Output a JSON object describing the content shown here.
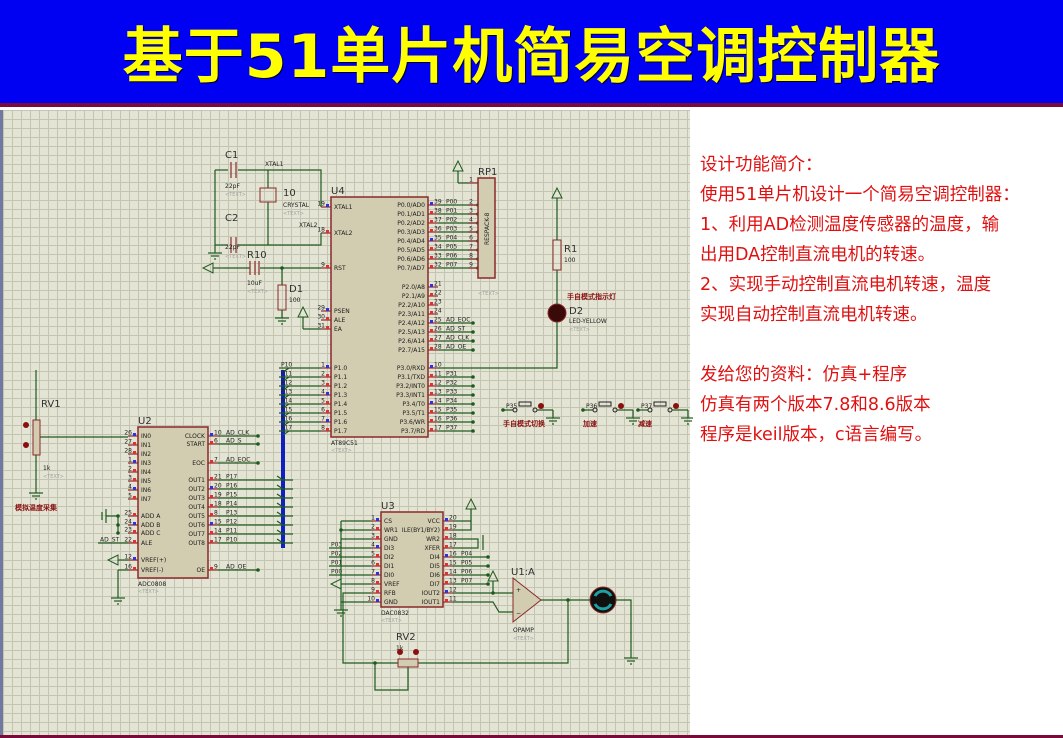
{
  "title": "基于51单片机简易空调控制器",
  "description": [
    "设计功能简介：",
    "使用51单片机设计一个简易空调控制器：",
    "1、利用AD检测温度传感器的温度，输",
    "出用DA控制直流电机的转速。",
    "2、实现手动控制直流电机转速，温度",
    "实现自动控制直流电机转速。",
    "",
    "发给您的资料：仿真+程序",
    "仿真有两个版本7.8和8.6版本",
    "程序是keil版本，c语言编写。"
  ],
  "colors": {
    "banner": "#0000f2",
    "title": "#ffff00",
    "description": "#e01010",
    "wire": "#1e5a1e",
    "bus": "#1020c0"
  },
  "schematic": {
    "placeholder": "<TEXT>",
    "c1": {
      "ref": "C1",
      "value": "22pF"
    },
    "c2": {
      "ref": "C2",
      "value": "22pF"
    },
    "crystal": {
      "ref": "10",
      "part": "CRYSTAL",
      "net1": "XTAL1",
      "net2": "XTAL2"
    },
    "r10": {
      "ref": "R10",
      "value": "10uF"
    },
    "d1": {
      "ref": "D1",
      "value": "100"
    },
    "rp1": {
      "ref": "RP1",
      "part": "RESPACK-8",
      "pins": [
        "1",
        "2",
        "3",
        "4",
        "5",
        "6",
        "7",
        "8",
        "9"
      ]
    },
    "r1": {
      "ref": "R1",
      "value": "100"
    },
    "d2": {
      "ref": "D2",
      "part": "LED-YELLOW",
      "label": "手自模式指示灯"
    },
    "buttons": [
      {
        "net": "P35",
        "label": "手自模式切换"
      },
      {
        "net": "P36",
        "label": "加速"
      },
      {
        "net": "P37",
        "label": "减速"
      }
    ],
    "rv1": {
      "ref": "RV1",
      "value": "1k",
      "label": "模拟温度采集"
    },
    "rv2": {
      "ref": "RV2",
      "value": "1k"
    },
    "opamp": {
      "ref": "U1:A",
      "part": "OPAMP"
    },
    "u4": {
      "ref": "U4",
      "part": "AT89C51",
      "left": [
        {
          "num": "19",
          "name": "XTAL1"
        },
        {
          "num": "18",
          "name": "XTAL2"
        },
        {
          "num": "9",
          "name": "RST"
        },
        {
          "num": "29",
          "name": "PSEN"
        },
        {
          "num": "30",
          "name": "ALE"
        },
        {
          "num": "31",
          "name": "EA"
        },
        {
          "num": "1",
          "name": "P1.0",
          "net": "P10"
        },
        {
          "num": "2",
          "name": "P1.1",
          "net": "P11"
        },
        {
          "num": "3",
          "name": "P1.2",
          "net": "P12"
        },
        {
          "num": "4",
          "name": "P1.3",
          "net": "P13"
        },
        {
          "num": "5",
          "name": "P1.4",
          "net": "P14"
        },
        {
          "num": "6",
          "name": "P1.5",
          "net": "P15"
        },
        {
          "num": "7",
          "name": "P1.6",
          "net": "P16"
        },
        {
          "num": "8",
          "name": "P1.7",
          "net": "P17"
        }
      ],
      "right": [
        {
          "num": "39",
          "name": "P0.0/AD0",
          "net": "P00"
        },
        {
          "num": "38",
          "name": "P0.1/AD1",
          "net": "P01"
        },
        {
          "num": "37",
          "name": "P0.2/AD2",
          "net": "P02"
        },
        {
          "num": "36",
          "name": "P0.3/AD3",
          "net": "P03"
        },
        {
          "num": "35",
          "name": "P0.4/AD4",
          "net": "P04"
        },
        {
          "num": "34",
          "name": "P0.5/AD5",
          "net": "P05"
        },
        {
          "num": "33",
          "name": "P0.6/AD6",
          "net": "P06"
        },
        {
          "num": "32",
          "name": "P0.7/AD7",
          "net": "P07"
        },
        {
          "num": "21",
          "name": "P2.0/A8"
        },
        {
          "num": "22",
          "name": "P2.1/A9"
        },
        {
          "num": "23",
          "name": "P2.2/A10"
        },
        {
          "num": "24",
          "name": "P2.3/A11"
        },
        {
          "num": "25",
          "name": "P2.4/A12",
          "net": "AD_EOC"
        },
        {
          "num": "26",
          "name": "P2.5/A13",
          "net": "AD_ST"
        },
        {
          "num": "27",
          "name": "P2.6/A14",
          "net": "AD_CLK"
        },
        {
          "num": "28",
          "name": "P2.7/A15",
          "net": "AD_OE"
        },
        {
          "num": "10",
          "name": "P3.0/RXD"
        },
        {
          "num": "11",
          "name": "P3.1/TXD",
          "net": "P31"
        },
        {
          "num": "12",
          "name": "P3.2/INT0",
          "net": "P32"
        },
        {
          "num": "13",
          "name": "P3.3/INT1",
          "net": "P33"
        },
        {
          "num": "14",
          "name": "P3.4/T0",
          "net": "P34"
        },
        {
          "num": "15",
          "name": "P3.5/T1",
          "net": "P35"
        },
        {
          "num": "16",
          "name": "P3.6/WR",
          "net": "P36"
        },
        {
          "num": "17",
          "name": "P3.7/RD",
          "net": "P37"
        }
      ]
    },
    "u2": {
      "ref": "U2",
      "part": "ADC0808",
      "left": [
        {
          "num": "26",
          "name": "IN0"
        },
        {
          "num": "27",
          "name": "IN1"
        },
        {
          "num": "28",
          "name": "IN2"
        },
        {
          "num": "1",
          "name": "IN3"
        },
        {
          "num": "2",
          "name": "IN4"
        },
        {
          "num": "3",
          "name": "IN5"
        },
        {
          "num": "4",
          "name": "IN6"
        },
        {
          "num": "5",
          "name": "IN7"
        },
        {
          "num": "25",
          "name": "ADD A"
        },
        {
          "num": "24",
          "name": "ADD B"
        },
        {
          "num": "23",
          "name": "ADD C"
        },
        {
          "num": "22",
          "name": "ALE",
          "net": "AD_ST"
        },
        {
          "num": "12",
          "name": "VREF(+)"
        },
        {
          "num": "16",
          "name": "VREF(-)"
        }
      ],
      "right": [
        {
          "num": "10",
          "name": "CLOCK",
          "net": "AD_CLK"
        },
        {
          "num": "6",
          "name": "START",
          "net": "AD_S"
        },
        {
          "num": "7",
          "name": "EOC",
          "net": "AD_EOC"
        },
        {
          "num": "21",
          "name": "OUT1",
          "net": "P17"
        },
        {
          "num": "20",
          "name": "OUT2",
          "net": "P16"
        },
        {
          "num": "19",
          "name": "OUT3",
          "net": "P15"
        },
        {
          "num": "18",
          "name": "OUT4",
          "net": "P14"
        },
        {
          "num": "8",
          "name": "OUT5",
          "net": "P13"
        },
        {
          "num": "15",
          "name": "OUT6",
          "net": "P12"
        },
        {
          "num": "14",
          "name": "OUT7",
          "net": "P11"
        },
        {
          "num": "17",
          "name": "OUT8",
          "net": "P10"
        },
        {
          "num": "9",
          "name": "OE",
          "net": "AD_OE"
        }
      ]
    },
    "u3": {
      "ref": "U3",
      "part": "DAC0832",
      "left": [
        {
          "num": "1",
          "name": "CS"
        },
        {
          "num": "2",
          "name": "WR1"
        },
        {
          "num": "3",
          "name": "GND"
        },
        {
          "num": "4",
          "name": "DI3",
          "net": "P03"
        },
        {
          "num": "5",
          "name": "DI2",
          "net": "P02"
        },
        {
          "num": "6",
          "name": "DI1",
          "net": "P01"
        },
        {
          "num": "7",
          "name": "DI0",
          "net": "P00"
        },
        {
          "num": "8",
          "name": "VREF"
        },
        {
          "num": "9",
          "name": "RFB"
        },
        {
          "num": "10",
          "name": "GND"
        }
      ],
      "right": [
        {
          "num": "20",
          "name": "VCC"
        },
        {
          "num": "19",
          "name": "ILE(BY1/BY2)"
        },
        {
          "num": "18",
          "name": "WR2"
        },
        {
          "num": "17",
          "name": "XFER"
        },
        {
          "num": "16",
          "name": "DI4",
          "net": "P04"
        },
        {
          "num": "15",
          "name": "DI5",
          "net": "P05"
        },
        {
          "num": "14",
          "name": "DI6",
          "net": "P06"
        },
        {
          "num": "13",
          "name": "DI7",
          "net": "P07"
        },
        {
          "num": "12",
          "name": "IOUT2"
        },
        {
          "num": "11",
          "name": "IOUT1"
        }
      ]
    }
  }
}
